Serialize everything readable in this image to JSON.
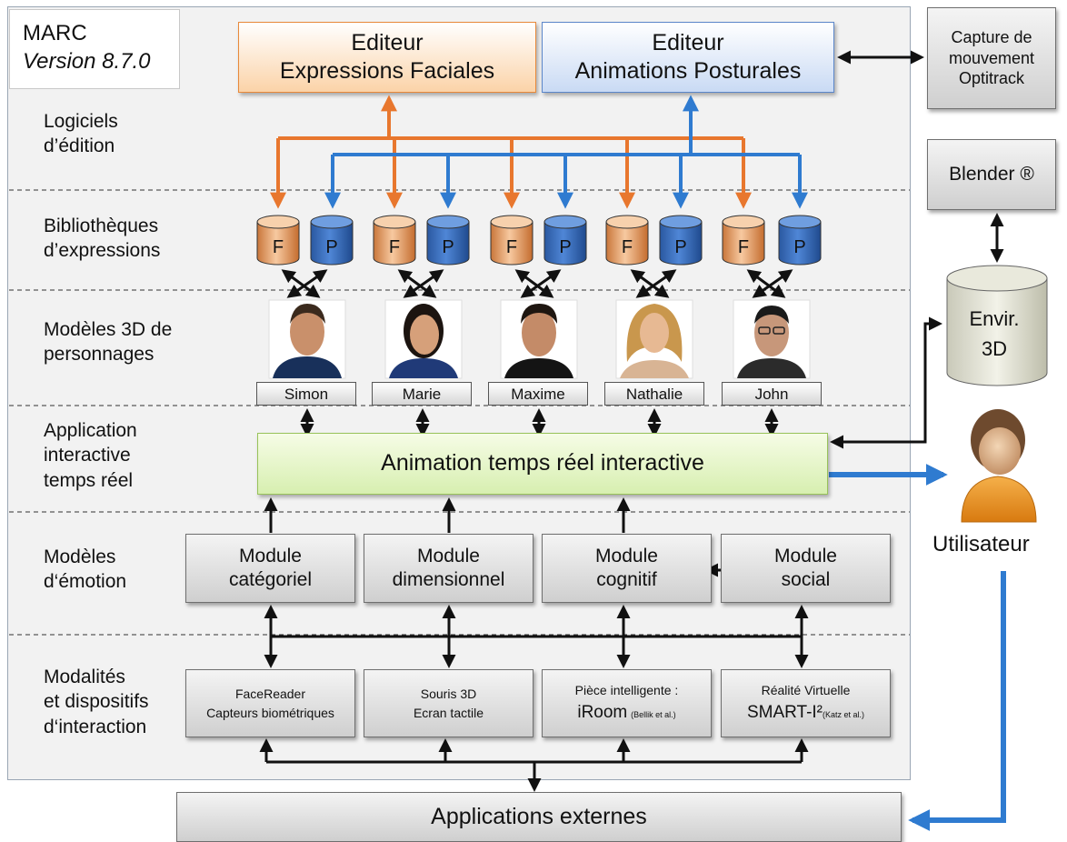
{
  "title": {
    "name": "MARC",
    "version": "Version 8.7.0"
  },
  "layers": [
    {
      "line1": "Logiciels",
      "line2": "d’édition"
    },
    {
      "line1": "Bibliothèques",
      "line2": "d’expressions"
    },
    {
      "line1": "Modèles 3D de",
      "line2": "personnages"
    },
    {
      "line1": "Application",
      "line2": "interactive",
      "line3": "temps réel"
    },
    {
      "line1": "Modèles",
      "line2": "d‘émotion"
    },
    {
      "line1": "Modalités",
      "line2": "et dispositifs",
      "line3": "d‘interaction"
    }
  ],
  "editors": {
    "facial": {
      "line1": "Editeur",
      "line2": "Expressions Faciales"
    },
    "postural": {
      "line1": "Editeur",
      "line2": "Animations Posturales"
    }
  },
  "libraries": {
    "f_label": "F",
    "p_label": "P"
  },
  "characters": [
    "Simon",
    "Marie",
    "Maxime",
    "Nathalie",
    "John"
  ],
  "animation": "Animation temps réel interactive",
  "modules": [
    {
      "line1": "Module",
      "line2": "catégoriel"
    },
    {
      "line1": "Module",
      "line2": "dimensionnel"
    },
    {
      "line1": "Module",
      "line2": "cognitif"
    },
    {
      "line1": "Module",
      "line2": "social"
    }
  ],
  "devices": [
    {
      "line1": "FaceReader",
      "line2": "Capteurs biométriques"
    },
    {
      "line1": "Souris 3D",
      "line2": "Ecran tactile"
    },
    {
      "line1": "Pièce intelligente :",
      "line2": "iRoom",
      "ref": "(Bellik et al.)"
    },
    {
      "line1": "Réalité Virtuelle",
      "line2": "SMART-I²",
      "ref": "(Katz et al.)"
    }
  ],
  "external": {
    "capture": {
      "line1": "Capture de",
      "line2": "mouvement",
      "line3": "Optitrack"
    },
    "blender": "Blender ®",
    "environment": {
      "line1": "Envir.",
      "line2": "3D"
    },
    "user": "Utilisateur",
    "applications": "Applications externes"
  },
  "colors": {
    "facial": "#e8772e",
    "postural": "#2f7bd0",
    "arrow": "#111111"
  }
}
